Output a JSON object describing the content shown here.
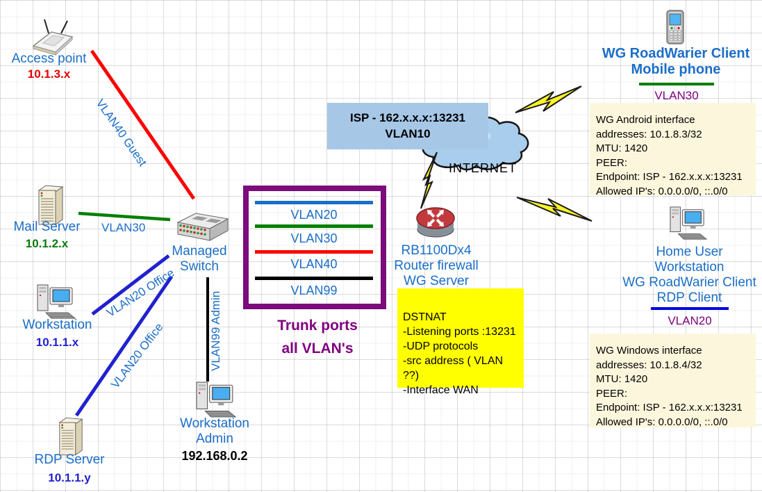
{
  "colors": {
    "node_label_blue": "#1B6EC8",
    "ip_red": "#E60000",
    "ip_green": "#0B7A0B",
    "ip_blue": "#2121CF",
    "vlan_purple": "#800080",
    "line_vlan20": "#1B6EC8",
    "line_vlan30": "#008000",
    "line_vlan40": "#FF0000",
    "line_vlan99": "#000000",
    "office_line_blue": "#2121CF",
    "isp_box_bg": "#A7C7E7",
    "dstnat_bg": "#FFFF00",
    "note_bg": "#FCF6DC",
    "bolt_yellow": "#FBF32A",
    "trunk_border": "#7B0C7B"
  },
  "nodes": {
    "access_point": {
      "label": "Access point",
      "ip": "10.1.3.x"
    },
    "mail_server": {
      "label": "Mail Server",
      "ip": "10.1.2.x"
    },
    "workstation": {
      "label": "Workstation",
      "ip": "10.1.1.x"
    },
    "rdp_server": {
      "label": "RDP Server",
      "ip": "10.1.1.y"
    },
    "managed_switch": {
      "line1": "Managed",
      "line2": "Switch"
    },
    "workstation_admin": {
      "line1": "Workstation",
      "line2": "Admin",
      "ip": "192.168.0.2"
    },
    "router": {
      "line1": "RB1100Dx4",
      "line2": "Router firewall",
      "line3": "WG Server"
    },
    "internet": {
      "label": "INTERNET"
    },
    "mobile_client": {
      "line1": "WG RoadWarier Client",
      "line2": "Mobile phone",
      "vlan": "VLAN30"
    },
    "home_user": {
      "line1": "Home User",
      "line2": "Workstation",
      "line3": "WG RoadWarier Client",
      "line4": "RDP Client",
      "vlan": "VLAN20"
    }
  },
  "links": {
    "vlan40_guest": "VLAN40 Guest",
    "vlan30": "VLAN30",
    "vlan20_office_a": "VLAN20 Office",
    "vlan20_office_b": "VLAN20 Office",
    "vlan99_admin": "VLAN99 Admin"
  },
  "trunk": {
    "vlans": [
      {
        "name": "VLAN20",
        "color": "#1B6EC8"
      },
      {
        "name": "VLAN30",
        "color": "#008000"
      },
      {
        "name": "VLAN40",
        "color": "#FF0000"
      },
      {
        "name": "VLAN99",
        "color": "#000000"
      }
    ],
    "caption1": "Trunk ports",
    "caption2": "all VLAN's"
  },
  "isp": {
    "line1": "ISP - 162.x.x.x:13231",
    "line2": "VLAN10"
  },
  "dstnat": {
    "lines": [
      "DSTNAT",
      "-Listening ports :13231",
      "-UDP protocols",
      "-src address ( VLAN ??)",
      "-Interface WAN"
    ]
  },
  "android_note": {
    "lines": [
      "WG Android interface",
      "addresses: 10.1.8.3/32",
      "MTU: 1420",
      "PEER:",
      "Endpoint: ISP - 162.x.x.x:13231",
      "Allowed IP's: 0.0.0.0/0, ::.0/0"
    ]
  },
  "windows_note": {
    "lines": [
      "WG Windows interface",
      "addresses: 10.1.8.4/32",
      "MTU: 1420",
      "PEER:",
      "Endpoint: ISP - 162.x.x.x:13231",
      "Allowed IP's: 0.0.0.0/0, ::.0/0"
    ]
  }
}
